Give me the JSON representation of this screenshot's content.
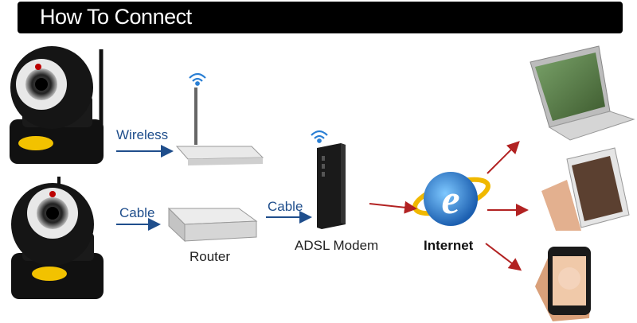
{
  "header": {
    "title": "How To Connect"
  },
  "labels": {
    "wireless": "Wireless",
    "cable_left": "Cable",
    "cable_right": "Cable",
    "router": "Router",
    "modem": "ADSL Modem",
    "internet": "Internet"
  },
  "colors": {
    "header_bg": "#000000",
    "arrow_blue": "#1f4e8c",
    "arrow_red": "#b22222",
    "wifi_blue": "#2a7fd4"
  }
}
